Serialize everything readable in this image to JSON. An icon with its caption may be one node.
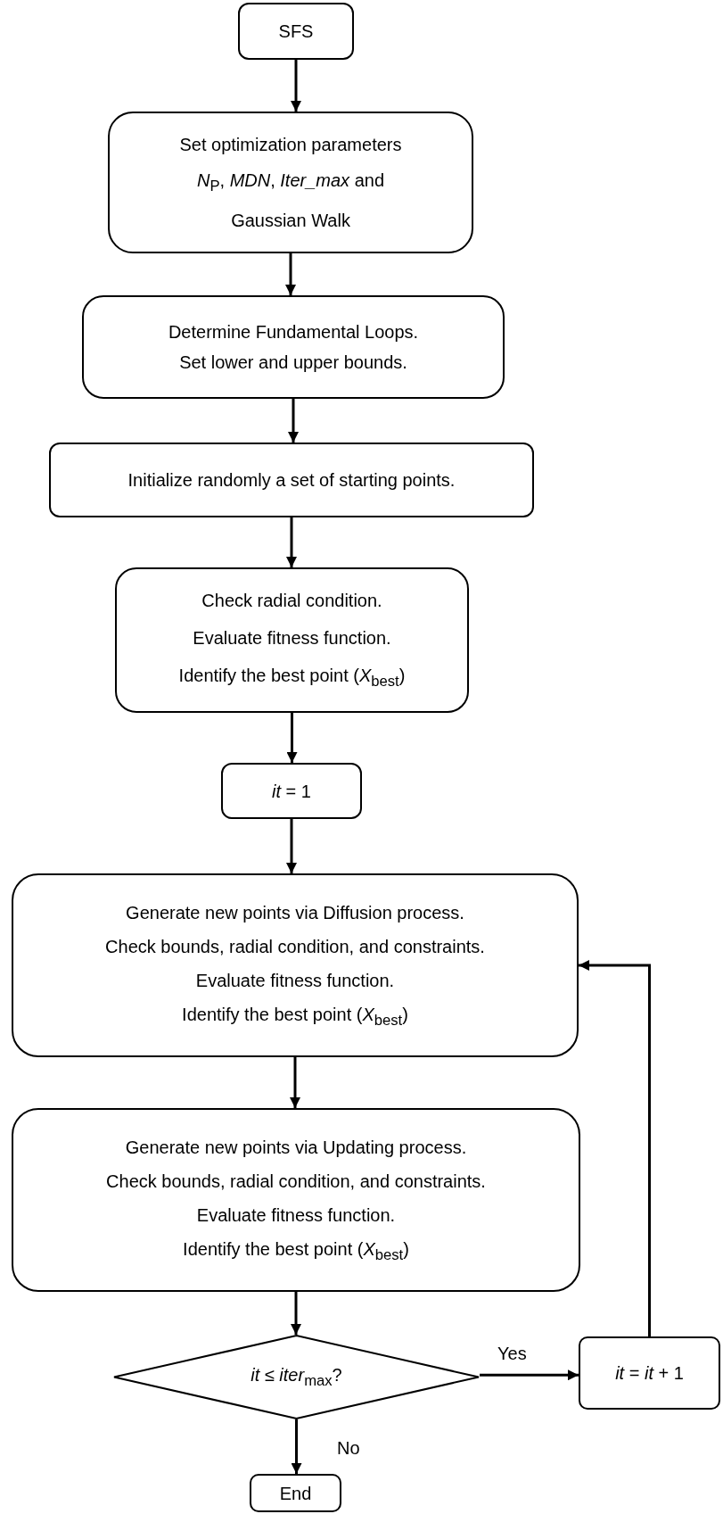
{
  "diagram": {
    "nodes": [
      {
        "text": [
          "SFS"
        ]
      },
      {
        "text": [
          "Set optimization parameters",
          "*N*$_{P}$, *MDN*, *Iter_max* and",
          "Gaussian Walk"
        ]
      },
      {
        "text": [
          "Determine Fundamental Loops.",
          "Set lower and upper bounds."
        ]
      },
      {
        "text": [
          "Initialize randomly a set of starting points."
        ]
      },
      {
        "text": [
          "Check radial condition.",
          "Evaluate fitness function.",
          "Identify the best point (*X*$_{best}$)"
        ]
      },
      {
        "text": [
          "*it* = 1"
        ]
      },
      {
        "text": [
          "Generate new points via Diffusion process.",
          "Check bounds, radial condition, and constraints.",
          "Evaluate fitness function.",
          "Identify the best point (*X*$_{best}$)"
        ]
      },
      {
        "text": [
          "Generate new points via Updating process.",
          "Check bounds, radial condition, and constraints.",
          "Evaluate fitness function.",
          "Identify the best point (*X*$_{best}$)"
        ]
      },
      {
        "text": [
          "*it* ≤ *iter*$_{max}$?"
        ]
      },
      {
        "text": [
          "*it* = *it* + 1"
        ]
      },
      {
        "text": [
          "End"
        ]
      }
    ],
    "edges": [
      {
        "from": 0,
        "to": 1,
        "arrow": "to"
      },
      {
        "from": 1,
        "to": 2,
        "arrow": "to"
      },
      {
        "from": 2,
        "to": 3,
        "arrow": "to"
      },
      {
        "from": 3,
        "to": 4,
        "arrow": "to"
      },
      {
        "from": 4,
        "to": 5,
        "arrow": "to"
      },
      {
        "from": 5,
        "to": 6,
        "arrow": "to"
      },
      {
        "from": 6,
        "to": 7,
        "arrow": "to"
      },
      {
        "from": 7,
        "to": 8,
        "arrow": "to"
      },
      {
        "from": 8,
        "to": 9,
        "arrow": "to",
        "label": "Yes"
      },
      {
        "from": 9,
        "to": 6,
        "arrow": "to"
      },
      {
        "from": 8,
        "to": 10,
        "arrow": "to",
        "label": "No"
      }
    ]
  }
}
